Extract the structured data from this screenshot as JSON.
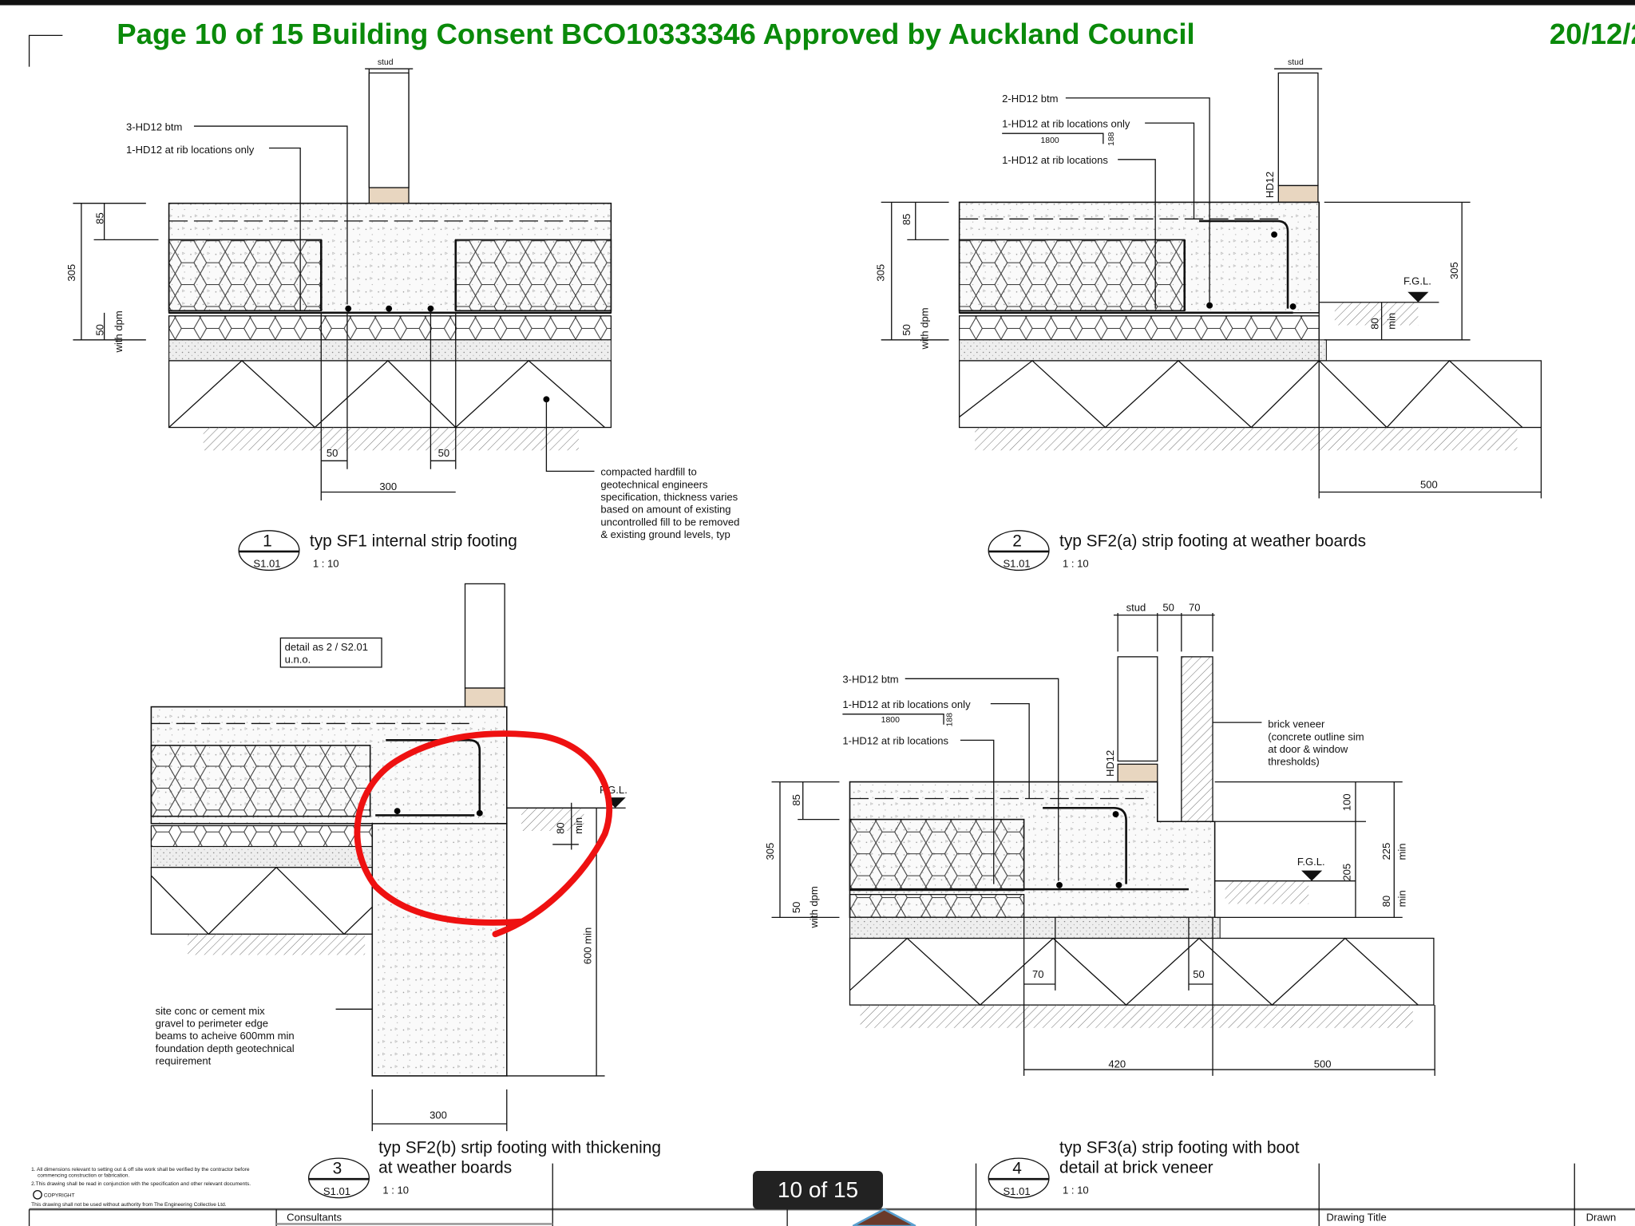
{
  "header": {
    "title": "Page 10 of 15   Building Consent BCO10333346 Approved by Auckland Council",
    "date": "20/12/2"
  },
  "details": {
    "d1": {
      "number": "1",
      "sheet": "S1.01",
      "title": "typ SF1 internal strip footing",
      "scale": "1 : 10",
      "labels": {
        "stud": "stud",
        "rebar_btm": "3-HD12 btm",
        "rib": "1-HD12 at rib locations only",
        "dim85": "85",
        "dim305": "305",
        "dim50": "50",
        "dpm": "with dpm",
        "dim50a": "50",
        "dim50b": "50",
        "dim300": "300",
        "hardfill": [
          "compacted hardfill to",
          "geotechnical engineers",
          "specification, thickness varies",
          "based on amount of existing",
          "uncontrolled fill to be removed",
          "& existing ground levels, typ"
        ]
      }
    },
    "d2": {
      "number": "2",
      "sheet": "S1.01",
      "title": "typ SF2(a) strip footing at weather boards",
      "scale": "1 : 10",
      "labels": {
        "stud": "stud",
        "rebar_btm": "2-HD12 btm",
        "rib_only": "1-HD12 at rib locations only",
        "len1800": "1800",
        "len188": "188",
        "rib": "1-HD12 at rib locations",
        "hd12": "HD12",
        "dim85": "85",
        "dim305": "305",
        "dim305r": "305",
        "dim50": "50",
        "dpm": "with dpm",
        "fgl": "F.G.L.",
        "dim80": "80",
        "min": "min",
        "dim500": "500"
      }
    },
    "d3": {
      "number": "3",
      "sheet": "S1.01",
      "title_line1": "typ SF2(b) srtip footing with thickening",
      "title_line2": "at weather boards",
      "scale": "1 : 10",
      "labels": {
        "note1": "detail as 2  /  S2.01",
        "note2": "u.n.o.",
        "fgl": "F.G.L.",
        "dim80": "80",
        "min": "min",
        "dim600": "600 min",
        "dim300": "300",
        "site_conc": [
          "site conc or cement mix",
          "gravel to perimeter edge",
          "beams to acheive 600mm min",
          "foundation depth geotechnical",
          "requirement"
        ]
      }
    },
    "d4": {
      "number": "4",
      "sheet": "S1.01",
      "title_line1": "typ SF3(a) strip footing with boot",
      "title_line2": "detail at brick veneer",
      "scale": "1 : 10",
      "labels": {
        "stud": "stud",
        "dim50t": "50",
        "dim70t": "70",
        "rebar_btm": "3-HD12 btm",
        "rib_only": "1-HD12 at rib locations only",
        "len1800": "1800",
        "len188": "188",
        "rib": "1-HD12 at rib locations",
        "hd12": "HD12",
        "brick": [
          "brick veneer",
          "(concrete outline sim",
          "at door & window",
          "thresholds)"
        ],
        "dim85": "85",
        "dim305": "305",
        "dim50": "50",
        "dpm": "with dpm",
        "fgl": "F.G.L.",
        "dim100": "100",
        "dim205": "205",
        "dim225": "225",
        "dim80": "80",
        "min": "min",
        "dim70": "70",
        "dim50b": "50",
        "dim420": "420",
        "dim500": "500"
      }
    }
  },
  "notes": {
    "line1": "1. All dimensions relevant to setting out & off site work shall be verified by the contractor before",
    "line1b": "commencing construction or fabrication.",
    "line2": "2.This drawing shall be read in conjunction with the specification and other relevant documents.",
    "copyright": "COPYRIGHT",
    "line3": "This drawing shall not be used without authority from The Engineering Collective Ltd."
  },
  "title_block": {
    "consultants": "Consultants",
    "drawing_title": "Drawing Title",
    "drawn": "Drawn"
  },
  "pager": {
    "label": "10 of 15"
  },
  "colors": {
    "header_green": "#0a8a0a",
    "markup_red": "#ee1111"
  }
}
